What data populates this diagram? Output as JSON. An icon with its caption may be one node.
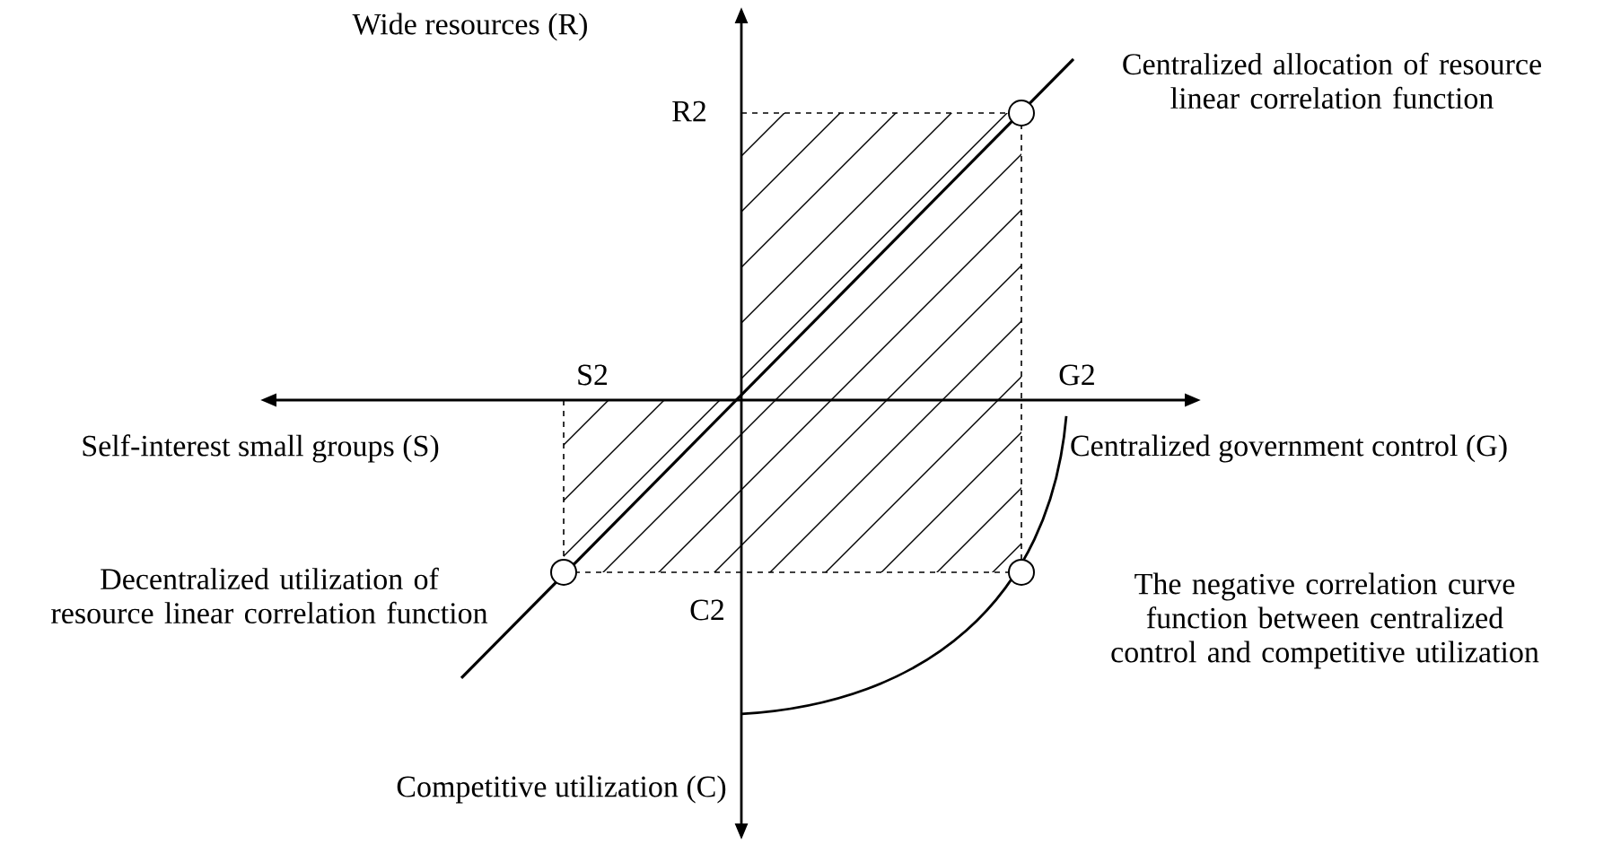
{
  "diagram": {
    "labels": [
      "Wide resources (R)",
      "R2",
      "Centralized allocation of resource linear correlation function",
      "S2",
      "G2",
      "Self-interest small groups (S)",
      "Centralized government control (G)",
      "Decentralized utilization of resource linear correlation function",
      "C2",
      "The negative correlation curve function between centralized control and competitive utilization",
      "Competitive utilization (C)"
    ]
  }
}
